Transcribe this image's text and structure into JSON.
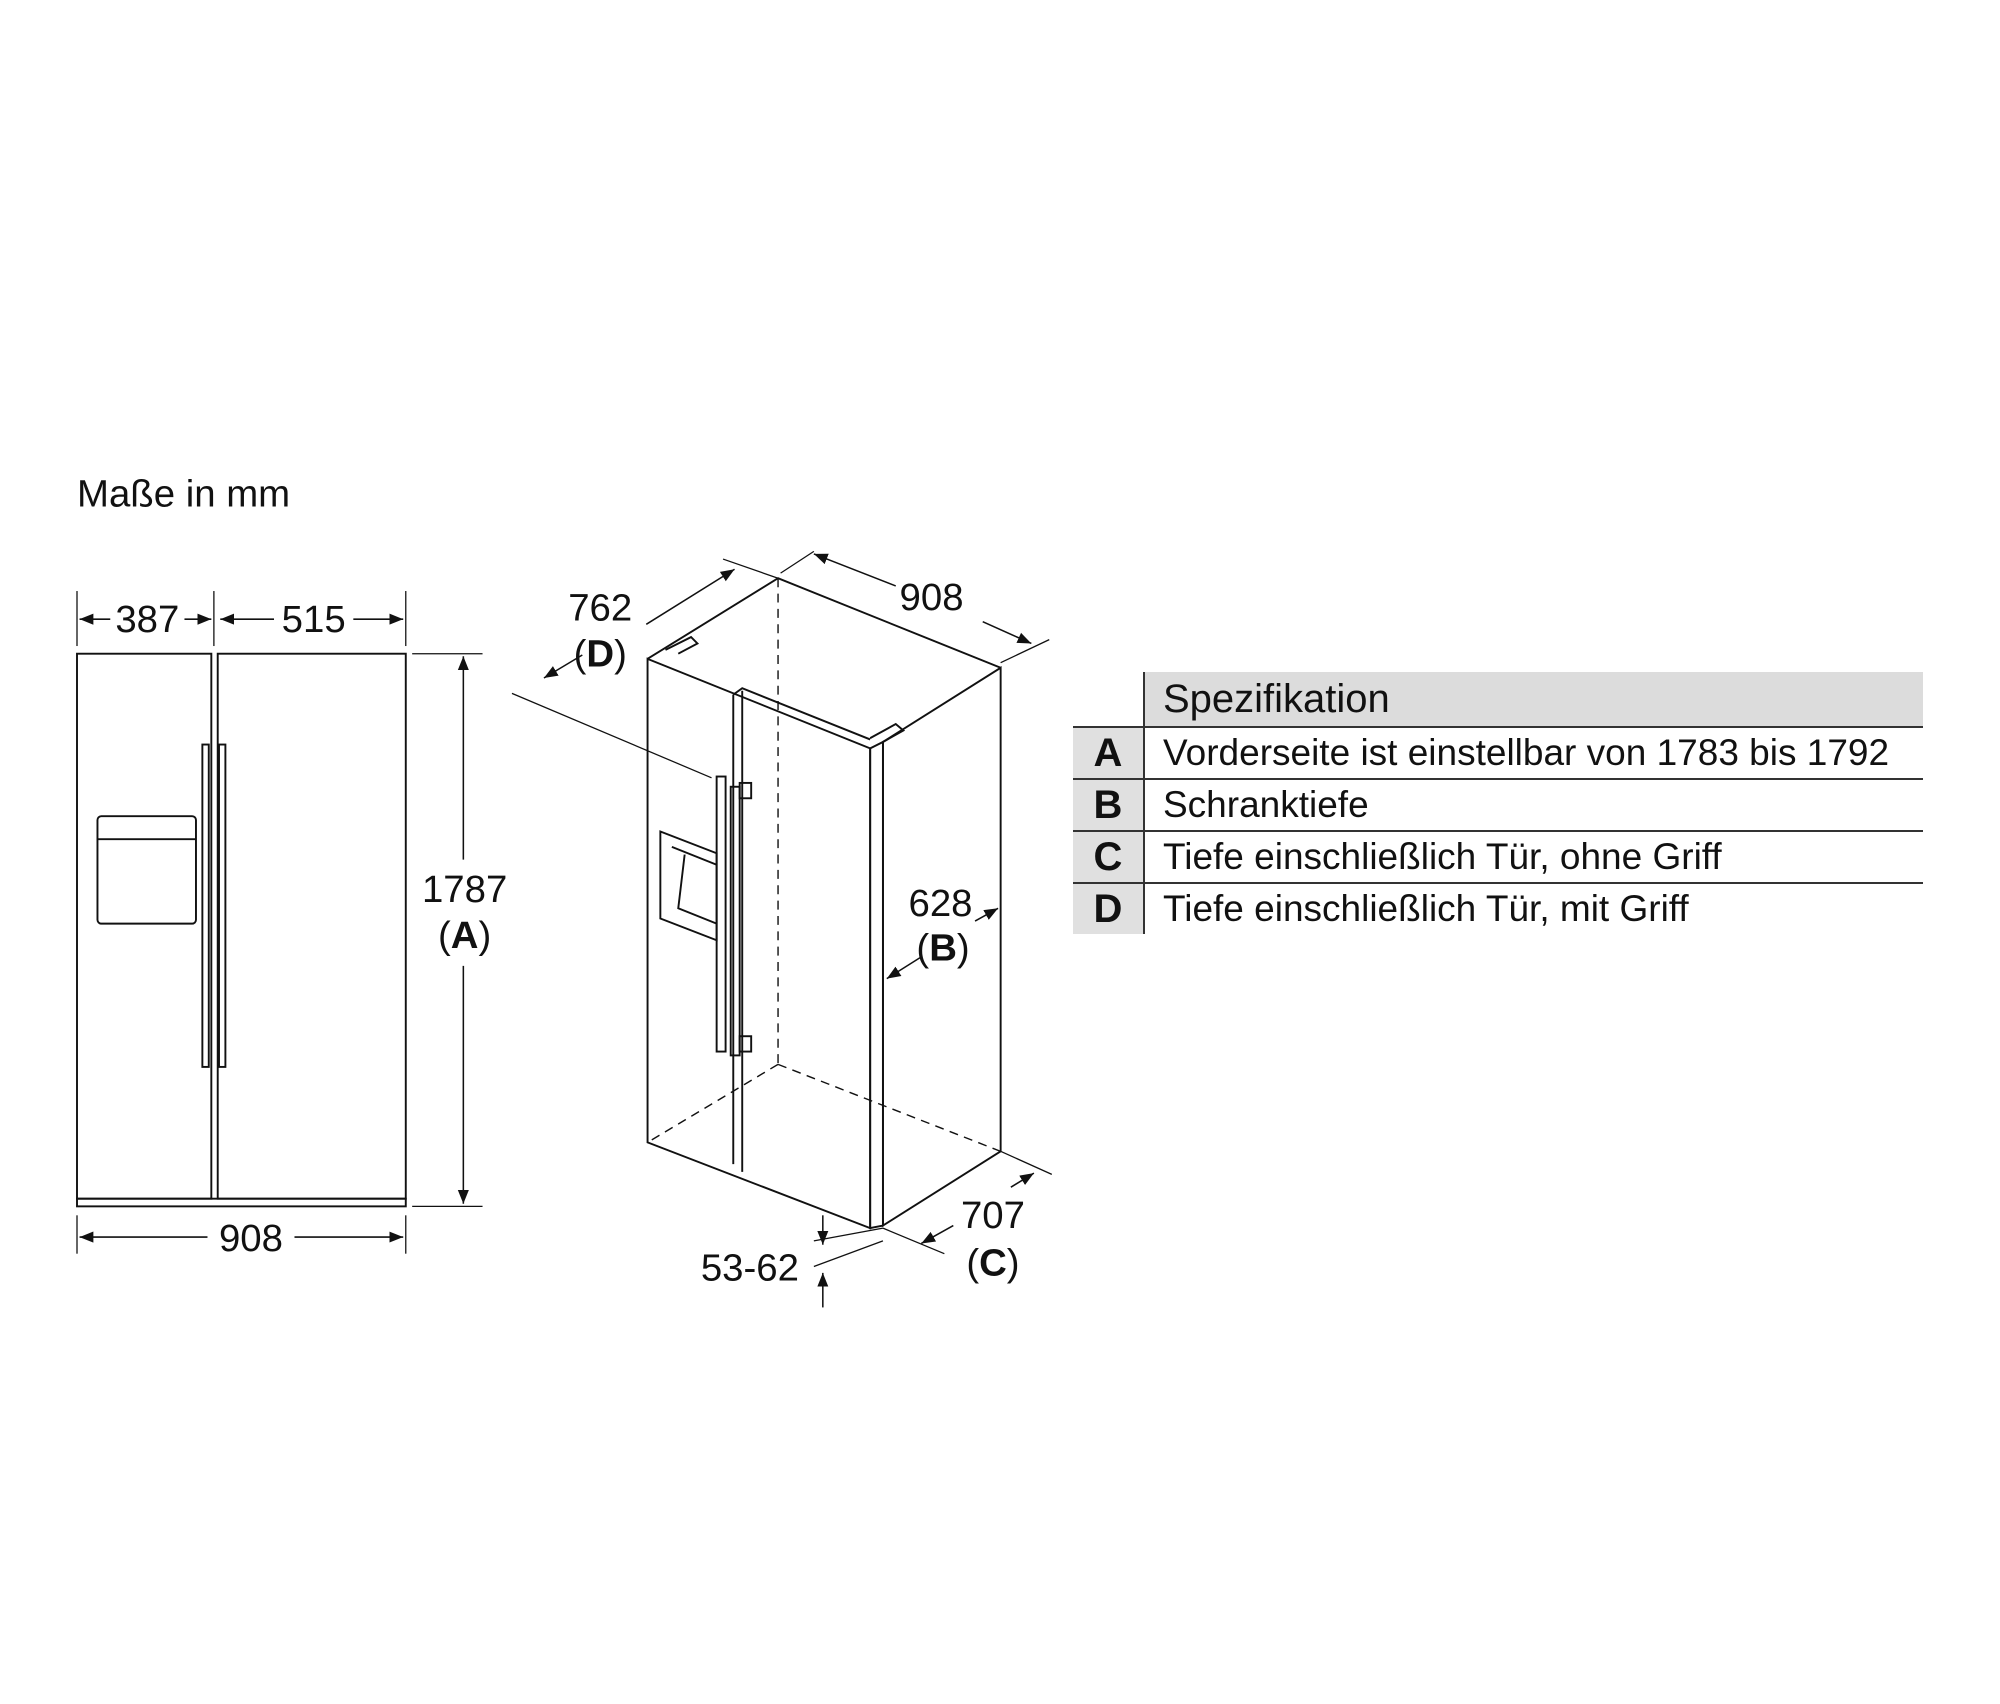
{
  "title": "Maße in mm",
  "front_view": {
    "left_door_width": "387",
    "right_door_width": "515",
    "total_width": "908",
    "height": "1787",
    "height_label": "A"
  },
  "iso_view": {
    "depth_with_handle": "762",
    "depth_with_handle_label": "D",
    "width": "908",
    "cabinet_depth": "628",
    "cabinet_depth_label": "B",
    "depth_without_handle": "707",
    "depth_without_handle_label": "C",
    "foot_adjust": "53-62"
  },
  "spec_table": {
    "header": "Spezifikation",
    "rows": [
      {
        "key": "A",
        "text": "Vorderseite ist einstellbar von 1783 bis 1792"
      },
      {
        "key": "B",
        "text": "Schranktiefe"
      },
      {
        "key": "C",
        "text": "Tiefe einschließlich Tür, ohne Griff"
      },
      {
        "key": "D",
        "text": "Tiefe einschließlich Tür, mit Griff"
      }
    ]
  }
}
